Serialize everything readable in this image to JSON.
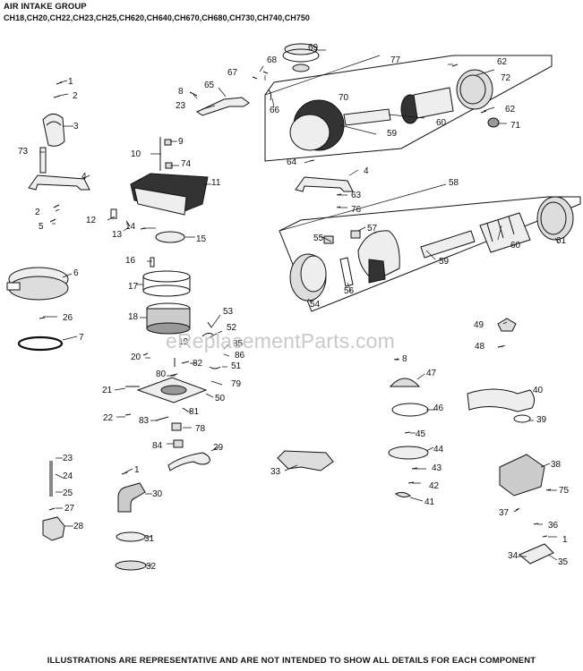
{
  "header": {
    "title": "AIR INTAKE GROUP",
    "models": "CH18,CH20,CH22,CH23,CH25,CH620,CH640,CH670,CH680,CH730,CH740,CH750"
  },
  "footer": "ILLUSTRATIONS ARE REPRESENTATIVE AND ARE NOT INTENDED TO SHOW ALL DETAILS FOR EACH COMPONENT",
  "watermark": "eReplacementParts.com",
  "part_labels": [
    "1",
    "2",
    "3",
    "73",
    "4",
    "2",
    "5",
    "6",
    "26",
    "7",
    "8",
    "65",
    "23",
    "67",
    "68",
    "69",
    "66",
    "9",
    "10",
    "74",
    "11",
    "12",
    "13",
    "14",
    "15",
    "16",
    "17",
    "18",
    "53",
    "52",
    "19",
    "20",
    "82",
    "85",
    "86",
    "51",
    "80",
    "79",
    "21",
    "50",
    "22",
    "83",
    "81",
    "78",
    "84",
    "29",
    "33",
    "77",
    "62",
    "72",
    "70",
    "60",
    "59",
    "62",
    "71",
    "64",
    "4",
    "63",
    "76",
    "58",
    "55",
    "57",
    "60",
    "61",
    "59",
    "56",
    "54",
    "49",
    "48",
    "8",
    "47",
    "40",
    "46",
    "39",
    "45",
    "44",
    "43",
    "42",
    "41",
    "38",
    "75",
    "37",
    "36",
    "1",
    "34",
    "35",
    "23",
    "24",
    "25",
    "27",
    "28",
    "1",
    "30",
    "31",
    "32"
  ],
  "colors": {
    "ink": "#111111",
    "watermark": "#c9c9c9"
  }
}
